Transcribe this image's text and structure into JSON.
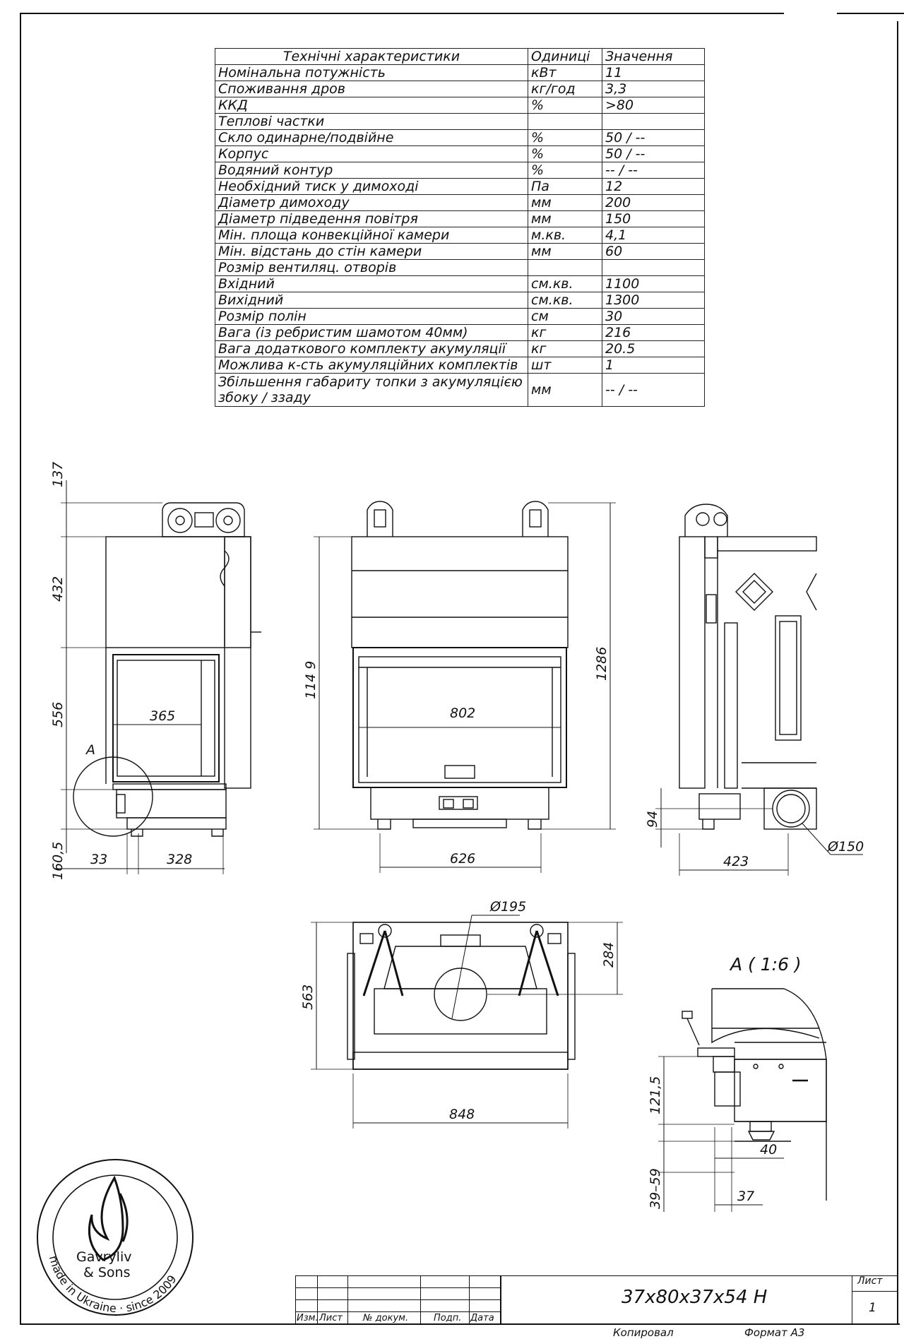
{
  "spec_table": {
    "headers": [
      "Технічні характеристики",
      "Одиниці",
      "Значення"
    ],
    "rows": [
      [
        "Номінальна потужність",
        "кВт",
        "11"
      ],
      [
        "Споживання дров",
        "кг/год",
        "3,3"
      ],
      [
        "ККД",
        "%",
        ">80"
      ],
      [
        "Теплові частки",
        "",
        ""
      ],
      [
        "Скло одинарне/подвійне",
        "%",
        "50 / --"
      ],
      [
        "Корпус",
        "%",
        "50 / --"
      ],
      [
        "Водяний контур",
        "%",
        "-- / --"
      ],
      [
        "Необхідний тиск у димоході",
        "Па",
        "12"
      ],
      [
        "Діаметр димоходу",
        "мм",
        "200"
      ],
      [
        "Діаметр підведення повітря",
        "мм",
        "150"
      ],
      [
        "Мін. площа конвекційної камери",
        "м.кв.",
        "4,1"
      ],
      [
        "Мін. відстань до стін камери",
        "мм",
        "60"
      ],
      [
        "Розмір вентиляц. отворів",
        "",
        ""
      ],
      [
        "Вхідний",
        "см.кв.",
        "1100"
      ],
      [
        "Вихідний",
        "см.кв.",
        "1300"
      ],
      [
        "Розмір полін",
        "см",
        "30"
      ],
      [
        "Вага (із ребристим шамотом 40мм)",
        "кг",
        "216"
      ],
      [
        "Вага додаткового комплекту акумуляції",
        "кг",
        "20.5"
      ],
      [
        "Можлива к-сть акумуляційних комплектів",
        "шт",
        "1"
      ],
      [
        "Збільшення габариту топки з акумуляцією збоку / ззаду",
        "мм",
        "-- / --"
      ]
    ]
  },
  "dimensions": {
    "side_left": {
      "d137": "137",
      "d432": "432",
      "d556": "556",
      "d160": "160,5",
      "d33": "33",
      "d328": "328",
      "d365": "365",
      "detail_marker": "A"
    },
    "front": {
      "d1149": "114 9",
      "d1286": "1286",
      "d802": "802",
      "d626": "626"
    },
    "side_right": {
      "d94": "94",
      "d423": "423",
      "d150": "Ø150"
    },
    "top": {
      "d195": "Ø195",
      "d563": "563",
      "d284": "284",
      "d848": "848"
    },
    "detail": {
      "title": "A ( 1:6 )",
      "d1215": "121,5",
      "d40": "40",
      "d37": "37",
      "d3959": "39–59"
    }
  },
  "logo": {
    "line1": "Gavryliv",
    "line2": "& Sons",
    "ring_text": "made in Ukraine · since 2009"
  },
  "title_block": {
    "headers": [
      "Изм.",
      "Лист",
      "№ докум.",
      "Подп.",
      "Дата"
    ],
    "title": "37x80x37x54 H",
    "sheet_label": "Лист",
    "sheet_number": "1"
  },
  "footer": {
    "copied": "Копировал",
    "format": "Формат А3"
  }
}
